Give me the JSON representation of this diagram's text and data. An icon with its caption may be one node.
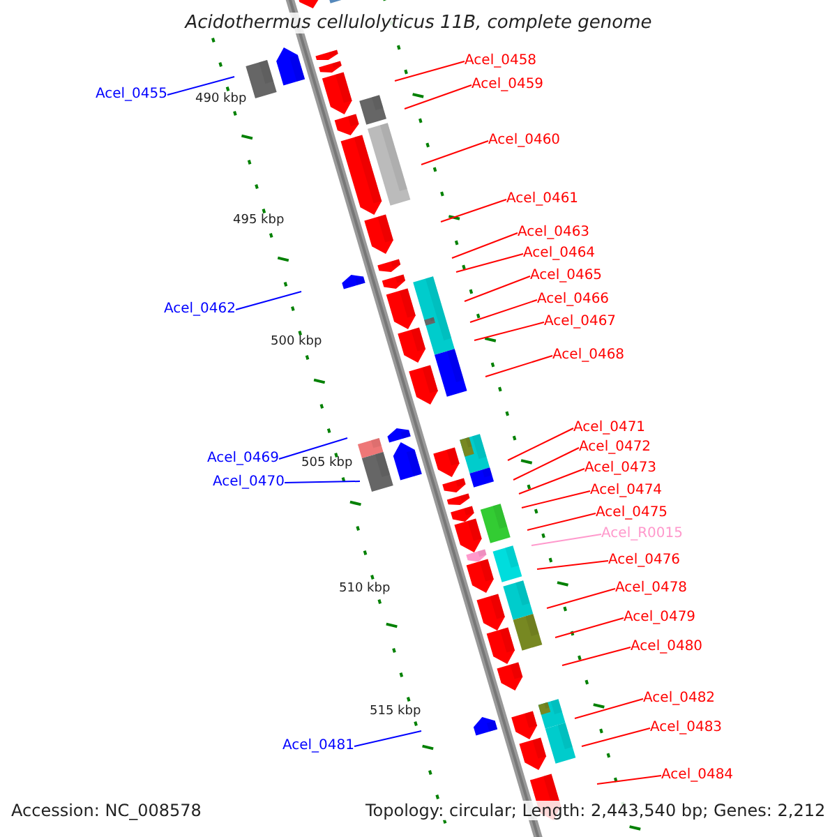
{
  "diagram": {
    "title": "Acidothermus cellulolyticus 11B, complete genome",
    "nodes": [
      {
        "text": [
          "Acel_0455"
        ]
      },
      {
        "text": [
          "Acel_0458"
        ]
      },
      {
        "text": [
          "Acel_0459"
        ]
      },
      {
        "text": [
          "Acel_0460"
        ]
      },
      {
        "text": [
          "Acel_0461"
        ]
      },
      {
        "text": [
          "Acel_0462"
        ]
      },
      {
        "text": [
          "Acel_0463"
        ]
      },
      {
        "text": [
          "Acel_0464"
        ]
      },
      {
        "text": [
          "Acel_0465"
        ]
      },
      {
        "text": [
          "Acel_0466"
        ]
      },
      {
        "text": [
          "Acel_0467"
        ]
      },
      {
        "text": [
          "Acel_0468"
        ]
      },
      {
        "text": [
          "Acel_0469"
        ]
      },
      {
        "text": [
          "Acel_0470"
        ]
      },
      {
        "text": [
          "Acel_0471"
        ]
      },
      {
        "text": [
          "Acel_0472"
        ]
      },
      {
        "text": [
          "Acel_0473"
        ]
      },
      {
        "text": [
          "Acel_0474"
        ]
      },
      {
        "text": [
          "Acel_0475"
        ]
      },
      {
        "text": [
          "Acel_R0015"
        ]
      },
      {
        "text": [
          "Acel_0476"
        ]
      },
      {
        "text": [
          "Acel_0478"
        ]
      },
      {
        "text": [
          "Acel_0479"
        ]
      },
      {
        "text": [
          "Acel_0480"
        ]
      },
      {
        "text": [
          "Acel_0481"
        ]
      },
      {
        "text": [
          "Acel_0482"
        ]
      },
      {
        "text": [
          "Acel_0483"
        ]
      },
      {
        "text": [
          "Acel_0484"
        ]
      }
    ],
    "edges": [
      {
        "from": 0,
        "to": null,
        "arrow": "none",
        "color": "#0000ff"
      },
      {
        "from": 1,
        "to": null,
        "arrow": "none"
      },
      {
        "from": 2,
        "to": null,
        "arrow": "none"
      },
      {
        "from": 3,
        "to": null,
        "arrow": "none"
      },
      {
        "from": 4,
        "to": null,
        "arrow": "none"
      },
      {
        "from": 5,
        "to": null,
        "arrow": "none",
        "color": "#0000ff"
      },
      {
        "from": 6,
        "to": null,
        "arrow": "none"
      },
      {
        "from": 7,
        "to": null,
        "arrow": "none"
      },
      {
        "from": 8,
        "to": null,
        "arrow": "none"
      },
      {
        "from": 9,
        "to": null,
        "arrow": "none"
      },
      {
        "from": 10,
        "to": null,
        "arrow": "none"
      },
      {
        "from": 11,
        "to": null,
        "arrow": "none"
      },
      {
        "from": 12,
        "to": null,
        "arrow": "none",
        "color": "#0000ff"
      },
      {
        "from": 13,
        "to": null,
        "arrow": "none",
        "color": "#0000ff"
      },
      {
        "from": 14,
        "to": null,
        "arrow": "none"
      },
      {
        "from": 15,
        "to": null,
        "arrow": "none"
      },
      {
        "from": 16,
        "to": null,
        "arrow": "none"
      },
      {
        "from": 17,
        "to": null,
        "arrow": "none"
      },
      {
        "from": 18,
        "to": null,
        "arrow": "none"
      },
      {
        "from": 19,
        "to": null,
        "arrow": "none",
        "color": "#ff99cc"
      },
      {
        "from": 20,
        "to": null,
        "arrow": "none"
      },
      {
        "from": 21,
        "to": null,
        "arrow": "none"
      },
      {
        "from": 22,
        "to": null,
        "arrow": "none"
      },
      {
        "from": 23,
        "to": null,
        "arrow": "none"
      },
      {
        "from": 24,
        "to": null,
        "arrow": "none",
        "color": "#0000ff"
      },
      {
        "from": 25,
        "to": null,
        "arrow": "none"
      },
      {
        "from": 26,
        "to": null,
        "arrow": "none"
      },
      {
        "from": 27,
        "to": null,
        "arrow": "none"
      }
    ],
    "labels": [
      "490 kbp",
      "495 kbp",
      "500 kbp",
      "505 kbp",
      "510 kbp",
      "515 kbp",
      "Accession: NC_008578",
      "Topology: circular; Length: 2,443,540 bp; Genes: 2,212"
    ]
  }
}
